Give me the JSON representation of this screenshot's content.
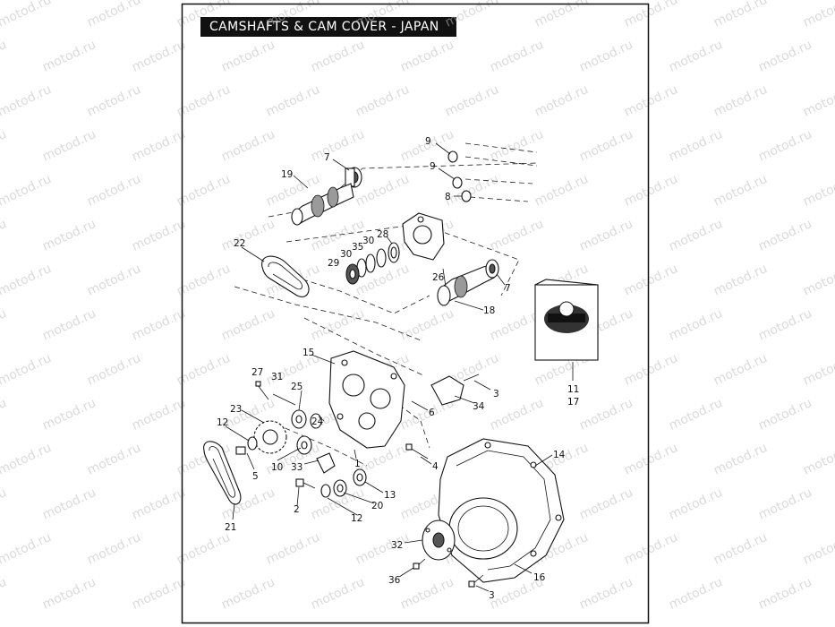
{
  "title": "CAMSHAFTS & CAM COVER - JAPAN",
  "watermark": "motod.ru",
  "colors": {
    "line": "#111111",
    "watermark": "#bdbdbd",
    "title_bg": "#111111",
    "title_fg": "#ffffff"
  },
  "parts_box": {
    "emblem_icon": "genuine-parts-emblem-icon",
    "label_a": "11",
    "label_b": "17"
  },
  "callouts": [
    {
      "id": "c9a",
      "label": "9"
    },
    {
      "id": "c9b",
      "label": "9"
    },
    {
      "id": "c8",
      "label": "8"
    },
    {
      "id": "c7a",
      "label": "7"
    },
    {
      "id": "c19",
      "label": "19"
    },
    {
      "id": "c22",
      "label": "22"
    },
    {
      "id": "c28",
      "label": "28"
    },
    {
      "id": "c35",
      "label": "35"
    },
    {
      "id": "c30a",
      "label": "30"
    },
    {
      "id": "c30b",
      "label": "30"
    },
    {
      "id": "c29",
      "label": "29"
    },
    {
      "id": "c26",
      "label": "26"
    },
    {
      "id": "c7b",
      "label": "7"
    },
    {
      "id": "c18",
      "label": "18"
    },
    {
      "id": "c15",
      "label": "15"
    },
    {
      "id": "c27",
      "label": "27"
    },
    {
      "id": "c31",
      "label": "31"
    },
    {
      "id": "c25",
      "label": "25"
    },
    {
      "id": "c23",
      "label": "23"
    },
    {
      "id": "c24",
      "label": "24"
    },
    {
      "id": "c6",
      "label": "6"
    },
    {
      "id": "c3a",
      "label": "3"
    },
    {
      "id": "c34",
      "label": "34"
    },
    {
      "id": "c12a",
      "label": "12"
    },
    {
      "id": "c5",
      "label": "5"
    },
    {
      "id": "c10",
      "label": "10"
    },
    {
      "id": "c33",
      "label": "33"
    },
    {
      "id": "c1",
      "label": "1"
    },
    {
      "id": "c4",
      "label": "4"
    },
    {
      "id": "c14",
      "label": "14"
    },
    {
      "id": "c13",
      "label": "13"
    },
    {
      "id": "c20",
      "label": "20"
    },
    {
      "id": "c2",
      "label": "2"
    },
    {
      "id": "c12b",
      "label": "12"
    },
    {
      "id": "c21",
      "label": "21"
    },
    {
      "id": "c32",
      "label": "32"
    },
    {
      "id": "c36",
      "label": "36"
    },
    {
      "id": "c16",
      "label": "16"
    },
    {
      "id": "c3b",
      "label": "3"
    }
  ]
}
